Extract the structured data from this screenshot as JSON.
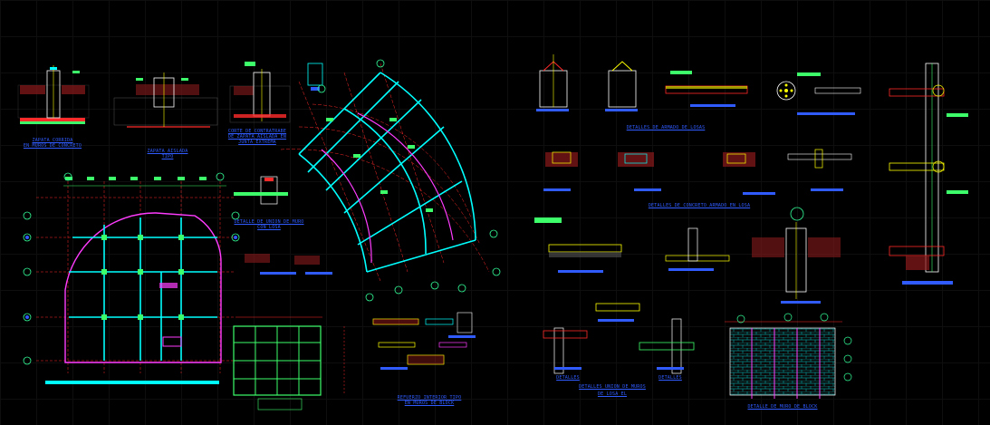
{
  "labels": {
    "zapata_corrida": "ZAPATA CORRIDA\nEN MUROS DE CONCRETO",
    "zapata_aislada": "ZAPATA AISLADA\nTIPO",
    "detalle_contratrabe": "CORTE DE CONTRATRABE\nDE ZAPATA AISLADA EN\nJUNTA EXTREMA",
    "detalle_union_muro": "DETALLE DE UNION DE MURO\nCON LOSA",
    "refuerzo_block": "REFUERZO INTERIOR TIPO\nEN MUROS DE BLOCK",
    "detalles_armado_losa": "DETALLES DE ARMADO DE LOSAS",
    "detalles_concreto_armado": "DETALLES DE CONCRETO ARMADO EN LOSA",
    "detalles": "DETALLES",
    "detalles_union_muro": "DETALLES UNION DE MUROS",
    "de_losa": "DE LOSA EL",
    "detalles_2": "DETALLES",
    "panel_block": "DETALLE DE MURO DE BLOCK"
  },
  "colors": {
    "background": "#000000",
    "grid": "#1a1a1a",
    "axis_red": "#ff2a2a",
    "structure_cyan": "#00ffff",
    "structure_green": "#3cff6a",
    "label_blue": "#2f5bff",
    "magenta": "#ff3cff",
    "yellow": "#ffff00",
    "white": "#ffffff",
    "axis_bubble": "#33ff99"
  },
  "icons": {
    "axis_marker": "crosshair-bubble-icon",
    "section_callout": "circle-callout-icon"
  }
}
